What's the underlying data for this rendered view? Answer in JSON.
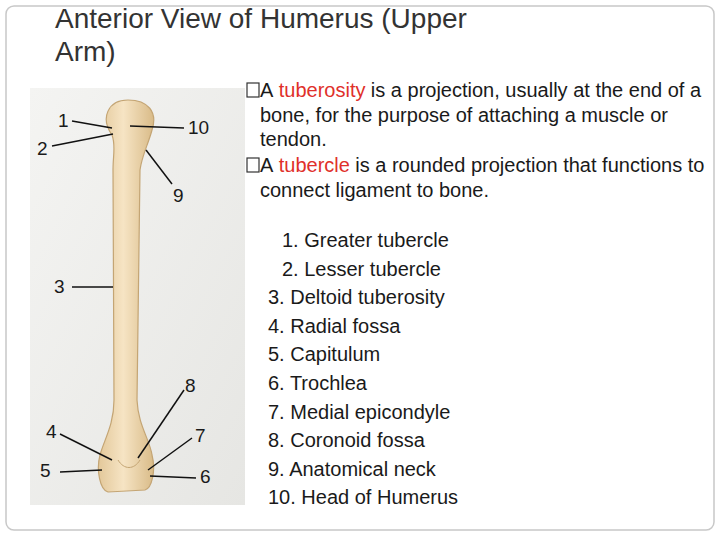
{
  "diagram": {
    "title": "Anterior View of Humerus (Upper Arm)",
    "labels": [
      "1",
      "10",
      "2",
      "9",
      "3",
      "8",
      "4",
      "7",
      "5",
      "6",
      "A",
      "tuberosity",
      "is a projection, usually at the end of a bone, for the purpose of attaching a muscle or tendon.",
      "A",
      "tubercle",
      "is a rounded projection that functions to connect ligament to bone.",
      "1. Greater tubercle",
      "2. Lesser tubercle",
      "3. Deltoid tuberosity",
      "4. Radial fossa",
      "5. Capitulum",
      "6. Trochlea",
      "7. Medial epicondyle",
      "8. Coronoid fossa",
      "9. Anatomical neck",
      "10. Head of Humerus"
    ]
  }
}
